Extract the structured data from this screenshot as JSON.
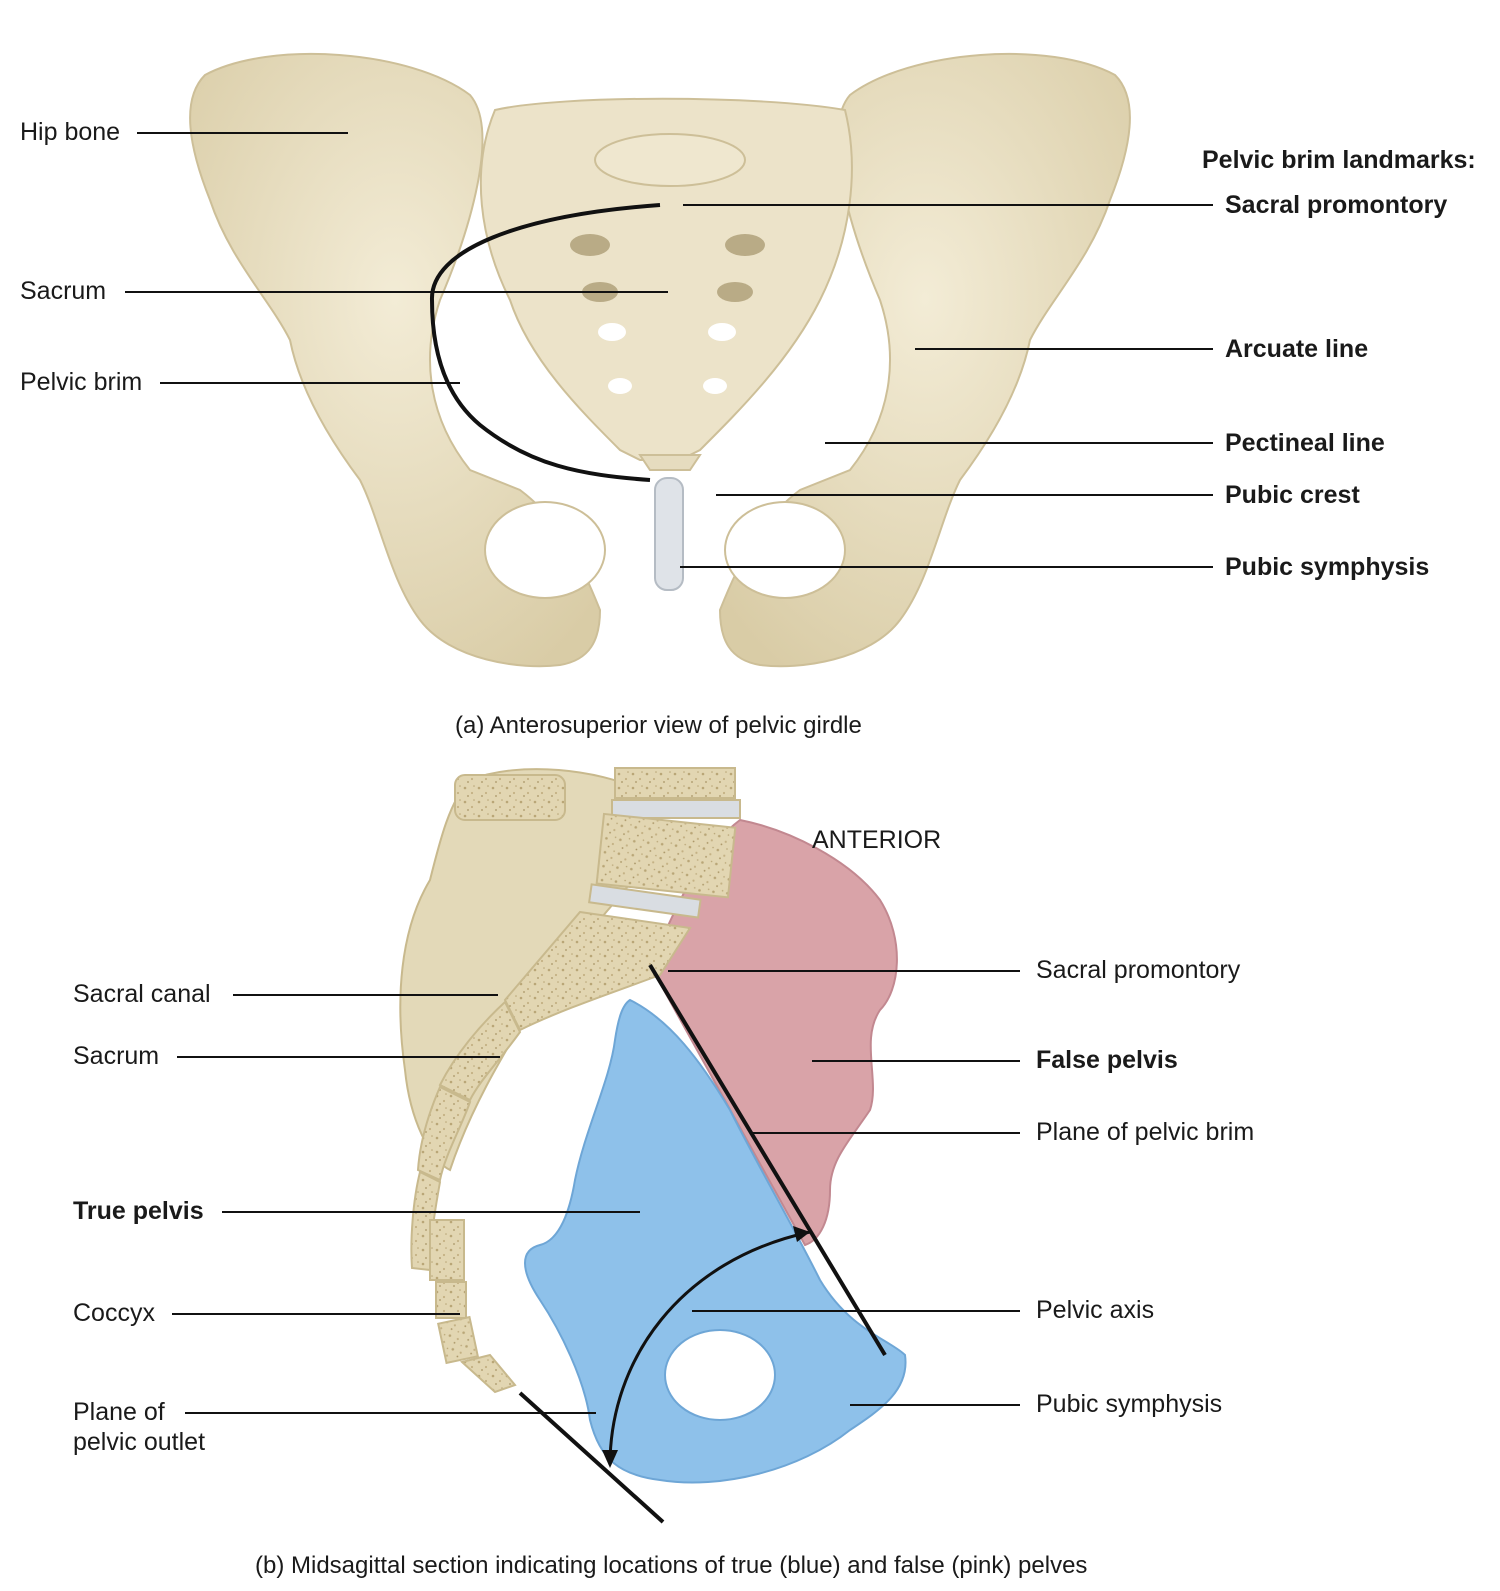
{
  "figure_a": {
    "caption": "(a) Anterosuperior view of pelvic girdle",
    "left_labels": {
      "hip_bone": "Hip bone",
      "sacrum": "Sacrum",
      "pelvic_brim": "Pelvic brim"
    },
    "right_heading": "Pelvic brim landmarks:",
    "right_labels": {
      "sacral_promontory": "Sacral promontory",
      "arcuate_line": "Arcuate line",
      "pectineal_line": "Pectineal line",
      "pubic_crest": "Pubic crest",
      "pubic_symphysis": "Pubic symphysis"
    }
  },
  "figure_b": {
    "caption": "(b) Midsagittal section indicating locations of true (blue) and false (pink) pelves",
    "orientation": "ANTERIOR",
    "left_labels": {
      "sacral_canal": "Sacral canal",
      "sacrum": "Sacrum",
      "true_pelvis": "True pelvis",
      "coccyx": "Coccyx",
      "plane_outlet_1": "Plane of",
      "plane_outlet_2": "pelvic outlet"
    },
    "right_labels": {
      "sacral_promontory": "Sacral promontory",
      "false_pelvis": "False pelvis",
      "plane_brim": "Plane of pelvic brim",
      "pelvic_axis": "Pelvic axis",
      "pubic_symphysis": "Pubic symphysis"
    }
  },
  "colors": {
    "bone": "#ece3c9",
    "bone_shade": "#d8cba6",
    "spongy": "#ddd0a8",
    "true_pelvis": "#8ec1ea",
    "false_pelvis": "#d9a3a8",
    "cartilage": "#d9dde2"
  }
}
